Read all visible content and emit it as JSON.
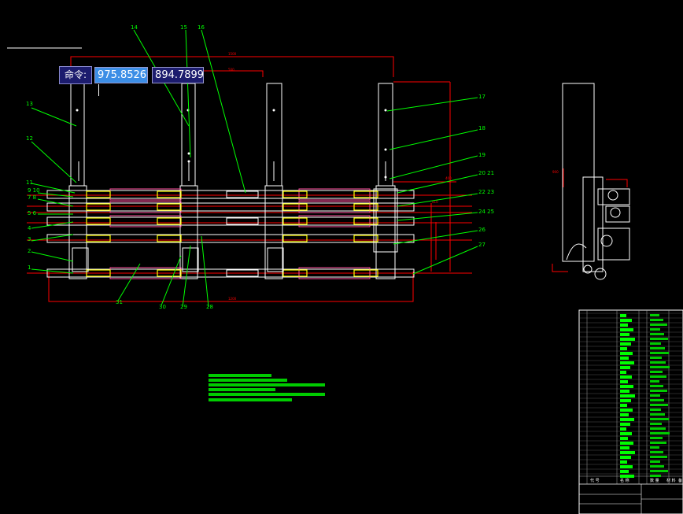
{
  "command": {
    "label": "命令:",
    "x_value": "975.8526",
    "y_value": "894.7899"
  },
  "callouts_top": [
    "14",
    "15",
    "16"
  ],
  "callouts_left": [
    "13",
    "12",
    "11",
    "9 10",
    "7 8",
    "5 6",
    "4",
    "3",
    "2",
    "1"
  ],
  "callouts_right": [
    "17",
    "18",
    "19",
    "20 21",
    "22 23",
    "24 25",
    "26",
    "27"
  ],
  "callouts_bottom": [
    "31",
    "30",
    "29",
    "28"
  ],
  "parts_table": {
    "footer_labels": [
      "代 号",
      "名 称",
      "数 量",
      "材 料",
      "备 注"
    ]
  },
  "colors": {
    "background": "#000000",
    "drawing_lines": "#ffffff",
    "dimensions": "#ff0000",
    "leaders": "#00ff00",
    "highlight": "#ffff00",
    "command_bg": "#1c1c6e",
    "coord_active_bg": "#3c8ee6"
  }
}
